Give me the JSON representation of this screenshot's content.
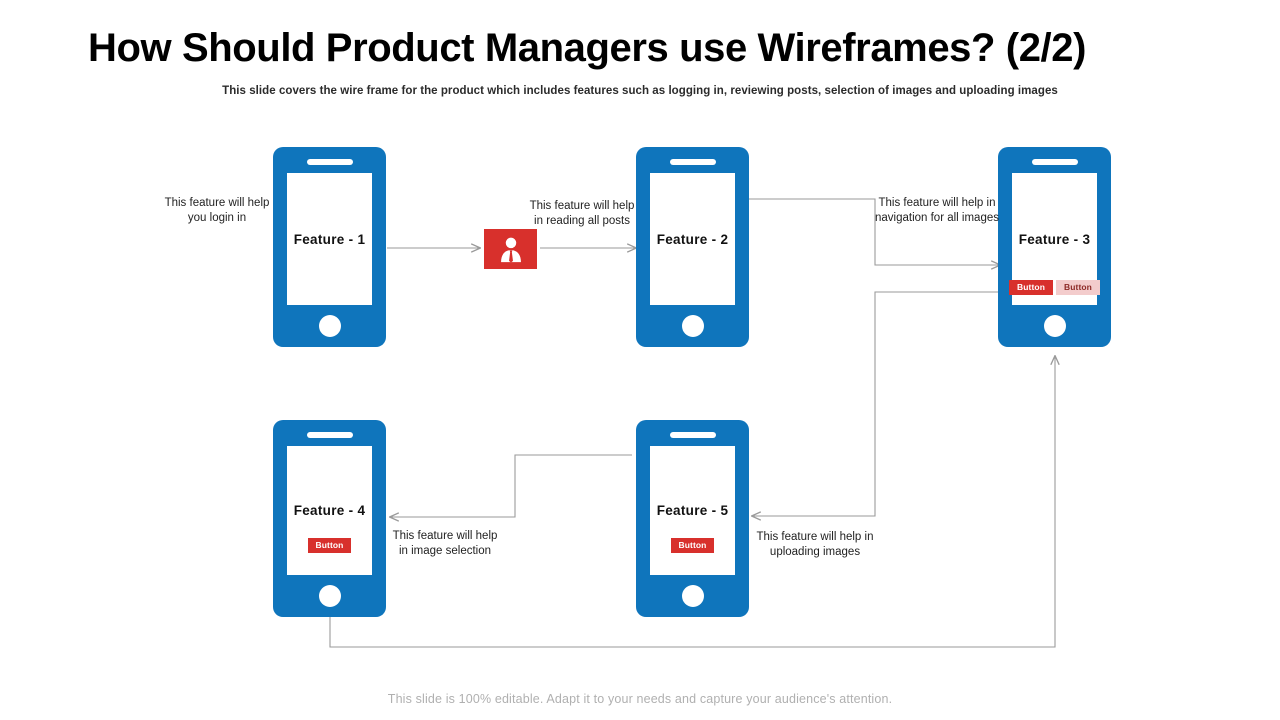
{
  "header": {
    "title": "How Should Product Managers use Wireframes? (2/2)",
    "subtitle": "This slide covers the wire frame for the product which includes features such as logging in, reviewing posts, selection of images and uploading images"
  },
  "footer": {
    "text": "This slide is 100% editable. Adapt it to your needs and capture your audience's attention."
  },
  "colors": {
    "phone_blue": "#0f75bc",
    "button_red": "#d8302c",
    "button_pink": "#f3cccc",
    "connector_gray": "#9a9a9a",
    "footer_gray": "#b0b0b0"
  },
  "phones": [
    {
      "id": "feature-1",
      "label": "Feature - 1",
      "buttons": []
    },
    {
      "id": "feature-2",
      "label": "Feature - 2",
      "buttons": []
    },
    {
      "id": "feature-3",
      "label": "Feature - 3",
      "buttons": [
        {
          "text": "Button",
          "style": "primary"
        },
        {
          "text": "Button",
          "style": "secondary"
        }
      ]
    },
    {
      "id": "feature-4",
      "label": "Feature - 4",
      "buttons": [
        {
          "text": "Button",
          "style": "primary"
        }
      ]
    },
    {
      "id": "feature-5",
      "label": "Feature - 5",
      "buttons": [
        {
          "text": "Button",
          "style": "primary"
        }
      ]
    }
  ],
  "notes": {
    "login": "This feature will help you login in",
    "reading": "This feature will help in reading all posts",
    "navigation": "This feature will help in navigation for all images",
    "selection": "This feature will help in image selection",
    "uploading": "This feature will help in  uploading images"
  },
  "icons": {
    "user_connector": "user-profile-icon"
  }
}
